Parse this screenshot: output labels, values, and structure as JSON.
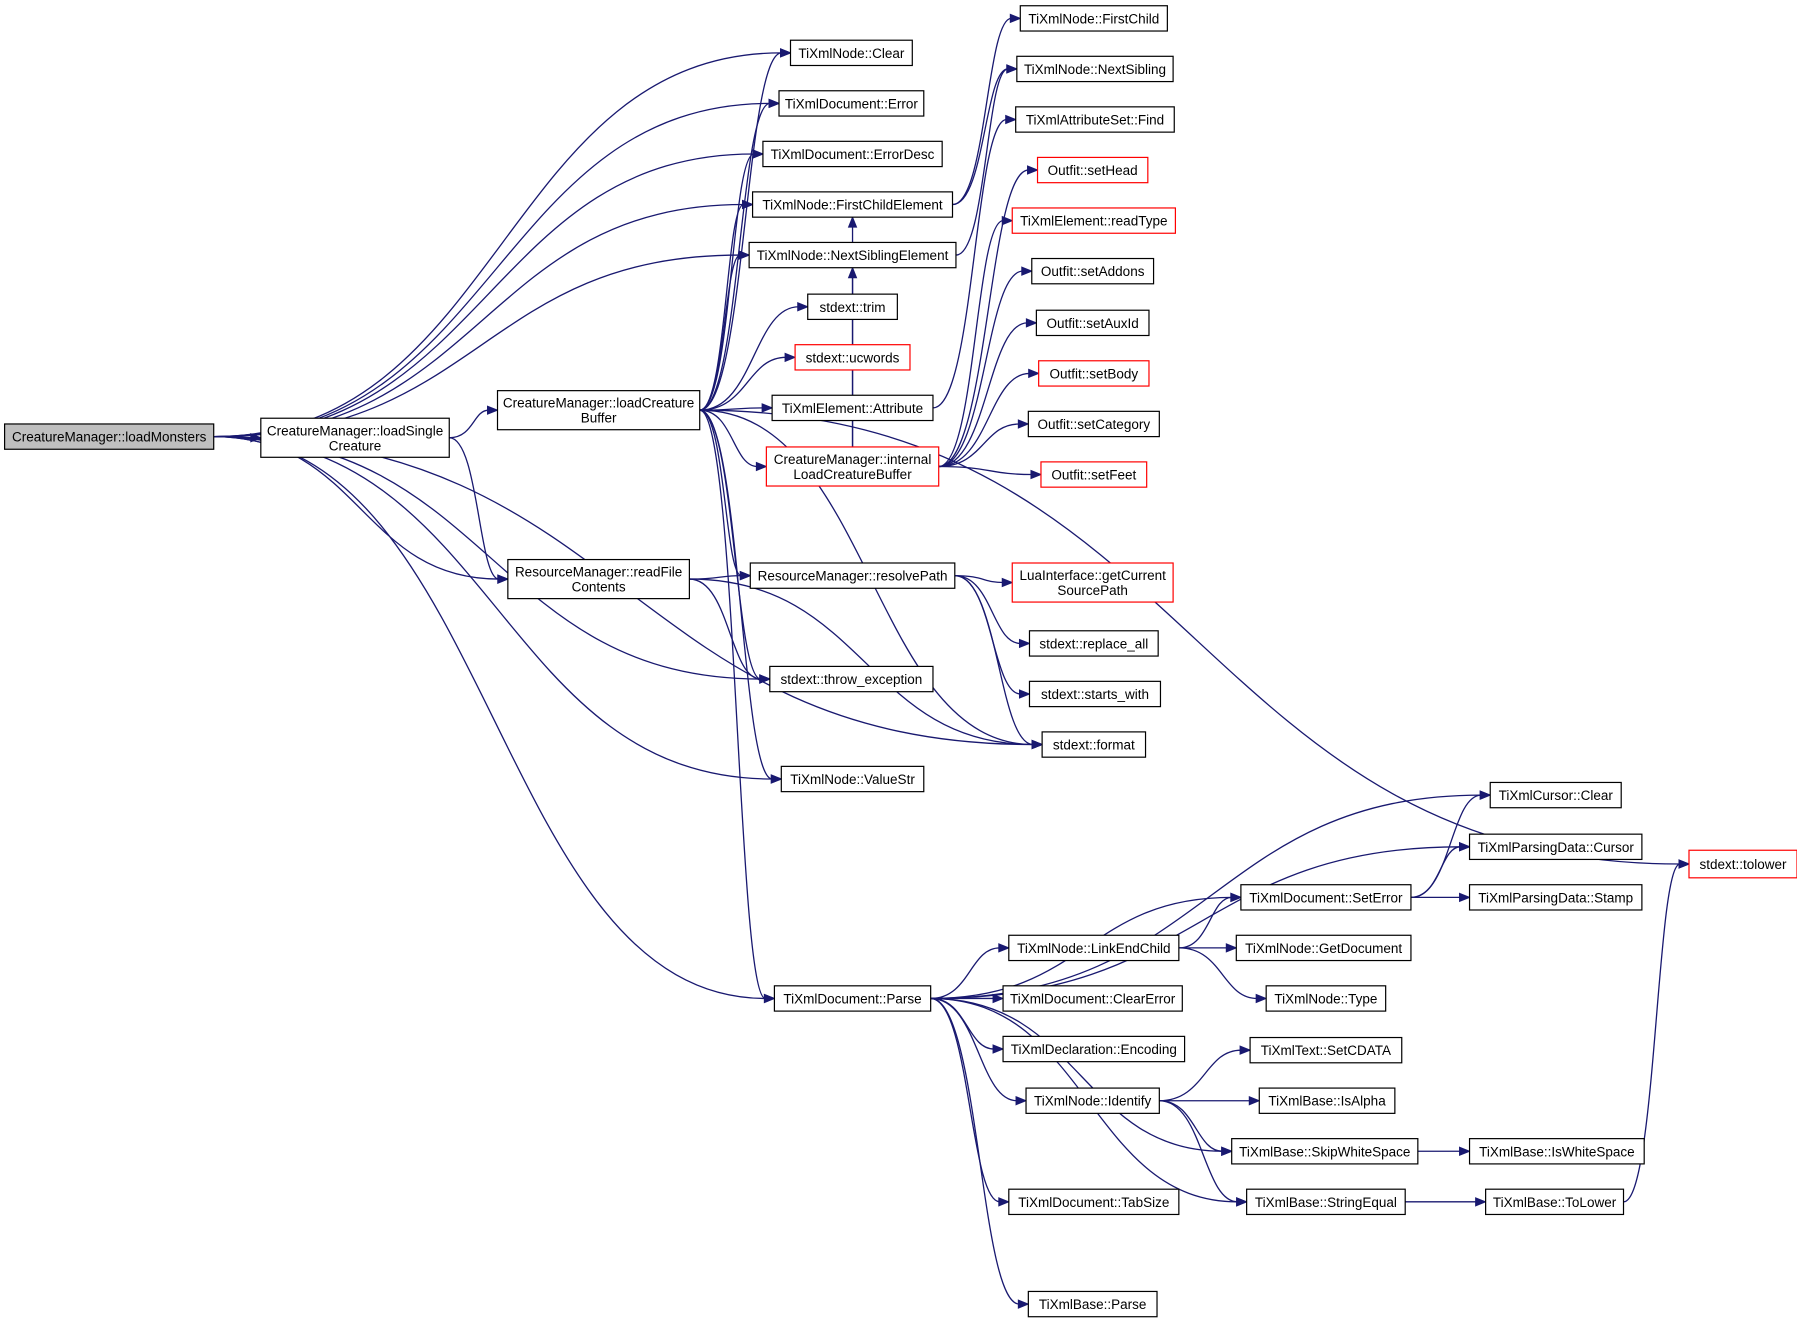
{
  "colors": {
    "edge": "#191970",
    "node_border": "#000000",
    "node_border_highlight": "#ff0000",
    "root_fill": "#bfbfbf",
    "background": "#ffffff"
  },
  "nodes": [
    {
      "id": "root",
      "lines": [
        "CreatureManager::loadMonsters"
      ],
      "style": "root"
    },
    {
      "id": "loadSingle",
      "lines": [
        "CreatureManager::loadSingle",
        "Creature"
      ],
      "style": "normal"
    },
    {
      "id": "loadBuffer",
      "lines": [
        "CreatureManager::loadCreature",
        "Buffer"
      ],
      "style": "normal"
    },
    {
      "id": "readFile",
      "lines": [
        "ResourceManager::readFile",
        "Contents"
      ],
      "style": "normal"
    },
    {
      "id": "nodeClear",
      "lines": [
        "TiXmlNode::Clear"
      ],
      "style": "normal"
    },
    {
      "id": "docError",
      "lines": [
        "TiXmlDocument::Error"
      ],
      "style": "normal"
    },
    {
      "id": "docErrorDesc",
      "lines": [
        "TiXmlDocument::ErrorDesc"
      ],
      "style": "normal"
    },
    {
      "id": "firstChildElem",
      "lines": [
        "TiXmlNode::FirstChildElement"
      ],
      "style": "normal"
    },
    {
      "id": "nextSiblingElem",
      "lines": [
        "TiXmlNode::NextSiblingElement"
      ],
      "style": "normal"
    },
    {
      "id": "trim",
      "lines": [
        "stdext::trim"
      ],
      "style": "normal"
    },
    {
      "id": "ucwords",
      "lines": [
        "stdext::ucwords"
      ],
      "style": "red"
    },
    {
      "id": "attribute",
      "lines": [
        "TiXmlElement::Attribute"
      ],
      "style": "normal"
    },
    {
      "id": "internalLoad",
      "lines": [
        "CreatureManager::internal",
        "LoadCreatureBuffer"
      ],
      "style": "red"
    },
    {
      "id": "resolvePath",
      "lines": [
        "ResourceManager::resolvePath"
      ],
      "style": "normal"
    },
    {
      "id": "throwEx",
      "lines": [
        "stdext::throw_exception"
      ],
      "style": "normal"
    },
    {
      "id": "valueStr",
      "lines": [
        "TiXmlNode::ValueStr"
      ],
      "style": "normal"
    },
    {
      "id": "docParse",
      "lines": [
        "TiXmlDocument::Parse"
      ],
      "style": "normal"
    },
    {
      "id": "firstChild",
      "lines": [
        "TiXmlNode::FirstChild"
      ],
      "style": "normal"
    },
    {
      "id": "nextSibling",
      "lines": [
        "TiXmlNode::NextSibling"
      ],
      "style": "normal"
    },
    {
      "id": "attrFind",
      "lines": [
        "TiXmlAttributeSet::Find"
      ],
      "style": "normal"
    },
    {
      "id": "setHead",
      "lines": [
        "Outfit::setHead"
      ],
      "style": "red"
    },
    {
      "id": "readType",
      "lines": [
        "TiXmlElement::readType"
      ],
      "style": "red"
    },
    {
      "id": "setAddons",
      "lines": [
        "Outfit::setAddons"
      ],
      "style": "normal"
    },
    {
      "id": "setAuxId",
      "lines": [
        "Outfit::setAuxId"
      ],
      "style": "normal"
    },
    {
      "id": "setBody",
      "lines": [
        "Outfit::setBody"
      ],
      "style": "red"
    },
    {
      "id": "setCategory",
      "lines": [
        "Outfit::setCategory"
      ],
      "style": "normal"
    },
    {
      "id": "setFeet",
      "lines": [
        "Outfit::setFeet"
      ],
      "style": "red"
    },
    {
      "id": "luaGetCurrent",
      "lines": [
        "LuaInterface::getCurrent",
        "SourcePath"
      ],
      "style": "red"
    },
    {
      "id": "replaceAll",
      "lines": [
        "stdext::replace_all"
      ],
      "style": "normal"
    },
    {
      "id": "startsWith",
      "lines": [
        "stdext::starts_with"
      ],
      "style": "normal"
    },
    {
      "id": "format",
      "lines": [
        "stdext::format"
      ],
      "style": "normal"
    },
    {
      "id": "cursorClear",
      "lines": [
        "TiXmlCursor::Clear"
      ],
      "style": "normal"
    },
    {
      "id": "parsingCursor",
      "lines": [
        "TiXmlParsingData::Cursor"
      ],
      "style": "normal"
    },
    {
      "id": "docSetError",
      "lines": [
        "TiXmlDocument::SetError"
      ],
      "style": "normal"
    },
    {
      "id": "parsingStamp",
      "lines": [
        "TiXmlParsingData::Stamp"
      ],
      "style": "normal"
    },
    {
      "id": "linkEndChild",
      "lines": [
        "TiXmlNode::LinkEndChild"
      ],
      "style": "normal"
    },
    {
      "id": "getDocument",
      "lines": [
        "TiXmlNode::GetDocument"
      ],
      "style": "normal"
    },
    {
      "id": "nodeType",
      "lines": [
        "TiXmlNode::Type"
      ],
      "style": "normal"
    },
    {
      "id": "clearError",
      "lines": [
        "TiXmlDocument::ClearError"
      ],
      "style": "normal"
    },
    {
      "id": "declEncoding",
      "lines": [
        "TiXmlDeclaration::Encoding"
      ],
      "style": "normal"
    },
    {
      "id": "setCDATA",
      "lines": [
        "TiXmlText::SetCDATA"
      ],
      "style": "normal"
    },
    {
      "id": "identify",
      "lines": [
        "TiXmlNode::Identify"
      ],
      "style": "normal"
    },
    {
      "id": "isAlpha",
      "lines": [
        "TiXmlBase::IsAlpha"
      ],
      "style": "normal"
    },
    {
      "id": "skipWS",
      "lines": [
        "TiXmlBase::SkipWhiteSpace"
      ],
      "style": "normal"
    },
    {
      "id": "isWS",
      "lines": [
        "TiXmlBase::IsWhiteSpace"
      ],
      "style": "normal"
    },
    {
      "id": "tabSize",
      "lines": [
        "TiXmlDocument::TabSize"
      ],
      "style": "normal"
    },
    {
      "id": "stringEqual",
      "lines": [
        "TiXmlBase::StringEqual"
      ],
      "style": "normal"
    },
    {
      "id": "baseToLower",
      "lines": [
        "TiXmlBase::ToLower"
      ],
      "style": "normal"
    },
    {
      "id": "baseParse",
      "lines": [
        "TiXmlBase::Parse"
      ],
      "style": "normal"
    },
    {
      "id": "stdTolower",
      "lines": [
        "stdext::tolower"
      ],
      "style": "red"
    }
  ],
  "edges": [
    [
      "root",
      "loadSingle"
    ],
    [
      "root",
      "nodeClear"
    ],
    [
      "root",
      "docError"
    ],
    [
      "root",
      "docErrorDesc"
    ],
    [
      "root",
      "firstChildElem"
    ],
    [
      "root",
      "nextSiblingElem"
    ],
    [
      "root",
      "readFile"
    ],
    [
      "root",
      "throwEx"
    ],
    [
      "root",
      "valueStr"
    ],
    [
      "root",
      "format"
    ],
    [
      "root",
      "docParse"
    ],
    [
      "loadSingle",
      "loadBuffer"
    ],
    [
      "loadSingle",
      "readFile"
    ],
    [
      "loadBuffer",
      "nodeClear"
    ],
    [
      "loadBuffer",
      "docError"
    ],
    [
      "loadBuffer",
      "docErrorDesc"
    ],
    [
      "loadBuffer",
      "firstChildElem"
    ],
    [
      "loadBuffer",
      "nextSiblingElem"
    ],
    [
      "loadBuffer",
      "trim"
    ],
    [
      "loadBuffer",
      "ucwords"
    ],
    [
      "loadBuffer",
      "attribute"
    ],
    [
      "loadBuffer",
      "internalLoad"
    ],
    [
      "loadBuffer",
      "resolvePath"
    ],
    [
      "loadBuffer",
      "throwEx"
    ],
    [
      "loadBuffer",
      "valueStr"
    ],
    [
      "loadBuffer",
      "format"
    ],
    [
      "loadBuffer",
      "docParse"
    ],
    [
      "loadBuffer",
      "stdTolower"
    ],
    [
      "readFile",
      "resolvePath"
    ],
    [
      "readFile",
      "throwEx"
    ],
    [
      "readFile",
      "format"
    ],
    [
      "firstChildElem",
      "firstChild"
    ],
    [
      "firstChildElem",
      "nextSibling"
    ],
    [
      "nextSiblingElem",
      "nextSibling"
    ],
    [
      "attribute",
      "attrFind"
    ],
    [
      "internalLoad",
      "firstChildElem"
    ],
    [
      "internalLoad",
      "nextSiblingElem"
    ],
    [
      "internalLoad",
      "setHead"
    ],
    [
      "internalLoad",
      "readType"
    ],
    [
      "internalLoad",
      "setAddons"
    ],
    [
      "internalLoad",
      "setAuxId"
    ],
    [
      "internalLoad",
      "setBody"
    ],
    [
      "internalLoad",
      "setCategory"
    ],
    [
      "internalLoad",
      "setFeet"
    ],
    [
      "resolvePath",
      "luaGetCurrent"
    ],
    [
      "resolvePath",
      "replaceAll"
    ],
    [
      "resolvePath",
      "startsWith"
    ],
    [
      "resolvePath",
      "format"
    ],
    [
      "docParse",
      "cursorClear"
    ],
    [
      "docParse",
      "parsingCursor"
    ],
    [
      "docParse",
      "docSetError"
    ],
    [
      "docParse",
      "linkEndChild"
    ],
    [
      "docParse",
      "clearError"
    ],
    [
      "docParse",
      "declEncoding"
    ],
    [
      "docParse",
      "identify"
    ],
    [
      "docParse",
      "skipWS"
    ],
    [
      "docParse",
      "tabSize"
    ],
    [
      "docParse",
      "stringEqual"
    ],
    [
      "docParse",
      "baseParse"
    ],
    [
      "docSetError",
      "cursorClear"
    ],
    [
      "docSetError",
      "parsingCursor"
    ],
    [
      "docSetError",
      "parsingStamp"
    ],
    [
      "linkEndChild",
      "docSetError"
    ],
    [
      "linkEndChild",
      "getDocument"
    ],
    [
      "linkEndChild",
      "nodeType"
    ],
    [
      "identify",
      "setCDATA"
    ],
    [
      "identify",
      "isAlpha"
    ],
    [
      "identify",
      "skipWS"
    ],
    [
      "identify",
      "stringEqual"
    ],
    [
      "skipWS",
      "isWS"
    ],
    [
      "stringEqual",
      "baseToLower"
    ],
    [
      "baseToLower",
      "stdTolower"
    ]
  ]
}
